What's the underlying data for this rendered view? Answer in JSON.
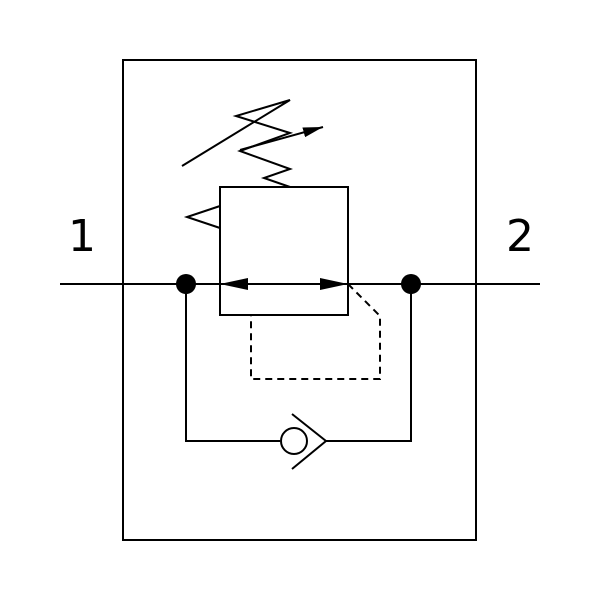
{
  "diagram": {
    "port_left_label": "1",
    "port_right_label": "2",
    "line_color": "#000000",
    "background_color": "#ffffff",
    "elements": [
      "housing",
      "pressure-regulator-valve",
      "adjustable-spring",
      "pilot-pressure-line",
      "bypass-check-valve",
      "junction-dots"
    ]
  }
}
